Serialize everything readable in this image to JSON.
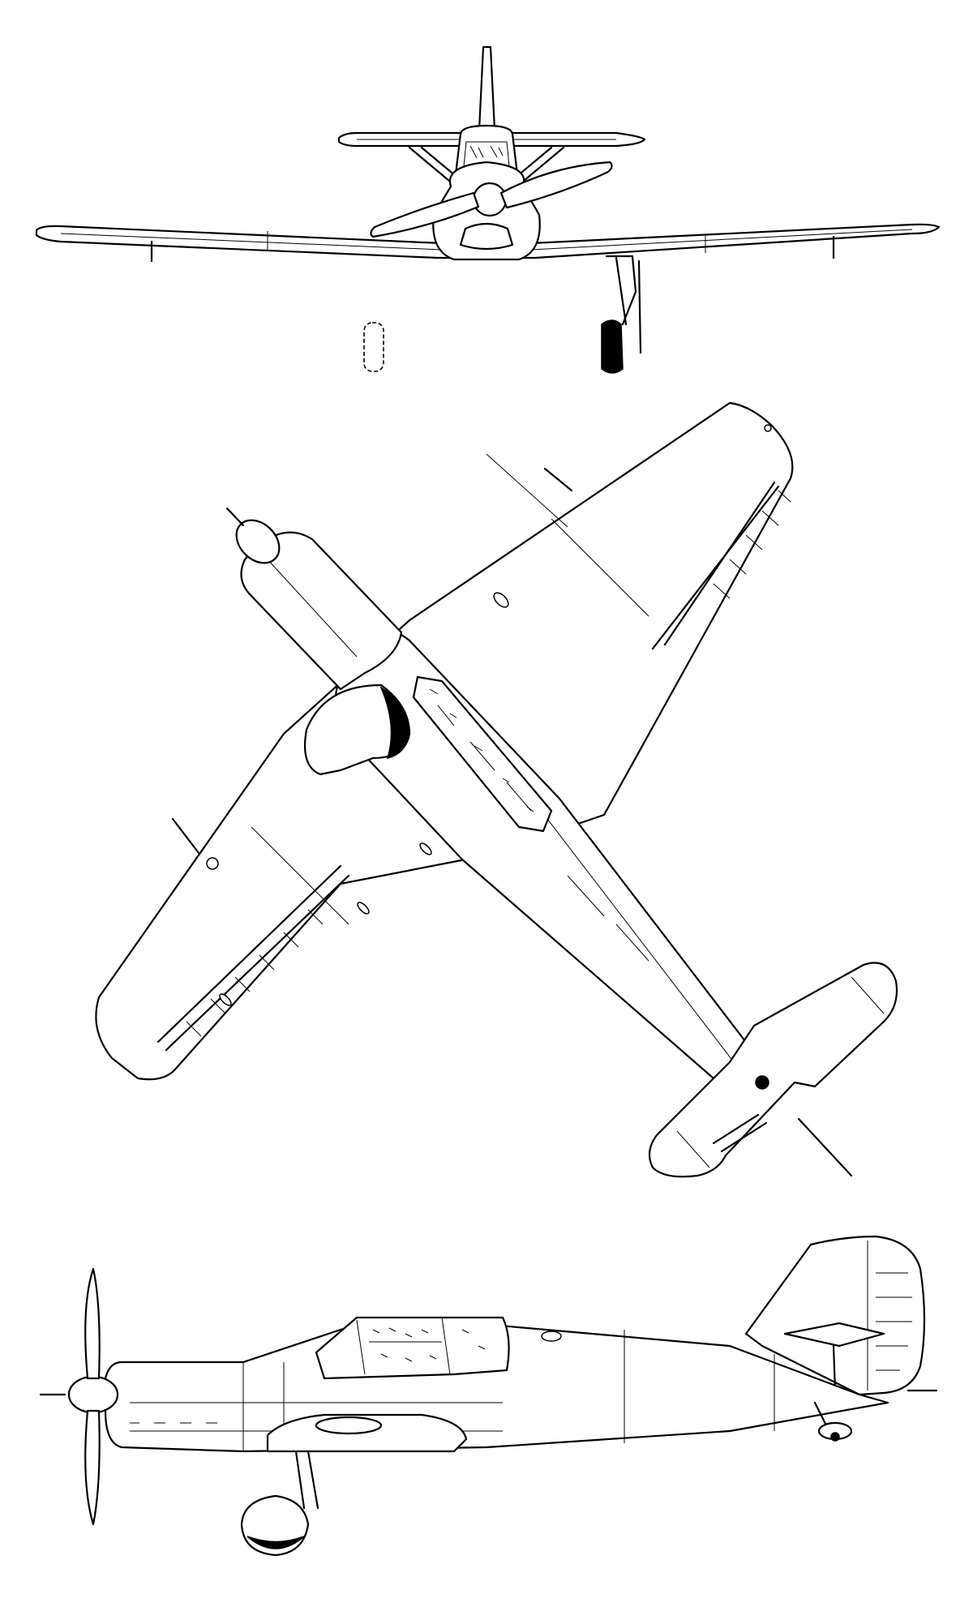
{
  "figure": {
    "views": [
      "front",
      "plan",
      "side"
    ],
    "colors": {
      "line": "#000000",
      "background": "#ffffff"
    }
  }
}
